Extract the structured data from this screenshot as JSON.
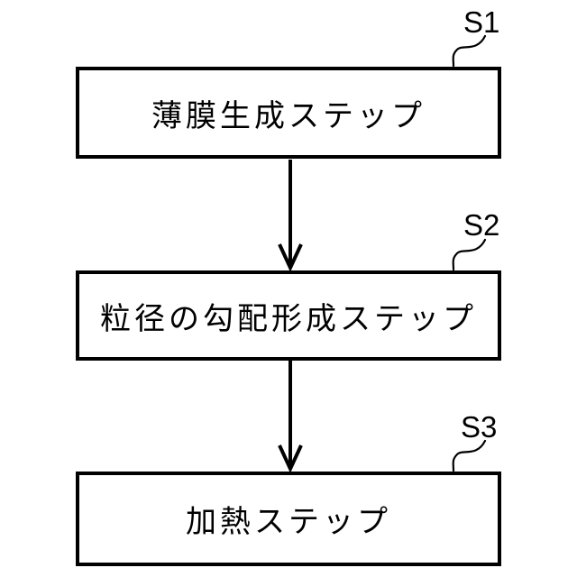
{
  "figure": {
    "type": "flowchart",
    "background_color": "#ffffff",
    "line_color": "#000000",
    "steps": [
      {
        "id": "S1",
        "label": "薄膜生成ステップ"
      },
      {
        "id": "S2",
        "label": "粒径の勾配形成ステップ"
      },
      {
        "id": "S3",
        "label": "加熱ステップ"
      }
    ],
    "connectors": [
      {
        "from": "S1",
        "to": "S2",
        "style": "arrow-down"
      },
      {
        "from": "S2",
        "to": "S3",
        "style": "arrow-down"
      }
    ]
  }
}
